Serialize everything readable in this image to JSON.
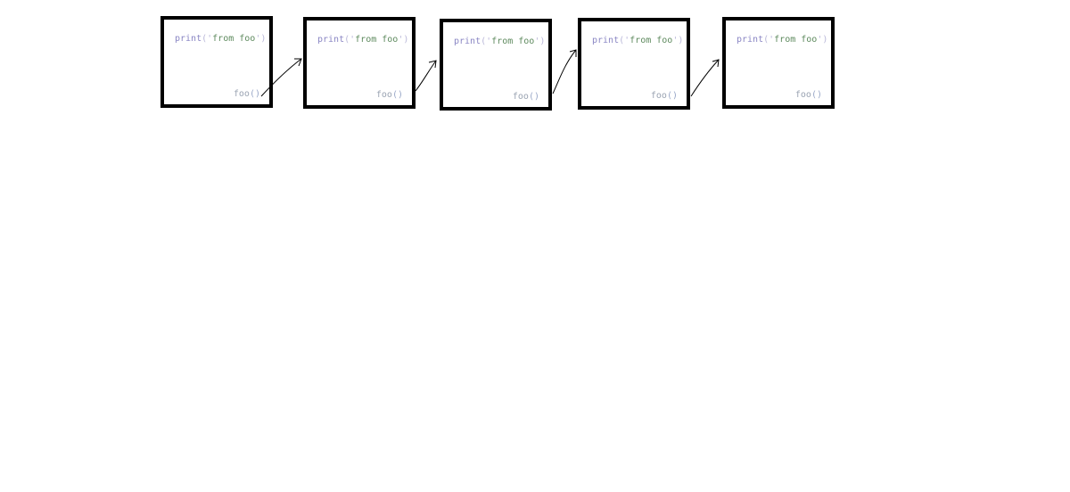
{
  "diagram": {
    "boxes": [
      {
        "print_fn": "print",
        "open": "('",
        "text": "from foo",
        "close": "')",
        "call_name": "foo",
        "call_paren": "()"
      },
      {
        "print_fn": "print",
        "open": "('",
        "text": "from foo",
        "close": "')",
        "call_name": "foo",
        "call_paren": "()"
      },
      {
        "print_fn": "print",
        "open": "('",
        "text": "from foo",
        "close": "')",
        "call_name": "foo",
        "call_paren": "()"
      },
      {
        "print_fn": "print",
        "open": "('",
        "text": "from foo",
        "close": "')",
        "call_name": "foo",
        "call_paren": "()"
      },
      {
        "print_fn": "print",
        "open": "('",
        "text": "from foo",
        "close": "')",
        "call_name": "foo",
        "call_paren": "()"
      }
    ],
    "colors": {
      "border": "#000000",
      "print_keyword": "#8a86c4",
      "string": "#5e8a5e",
      "call": "#9aa3b2",
      "arrow": "#000000"
    }
  }
}
